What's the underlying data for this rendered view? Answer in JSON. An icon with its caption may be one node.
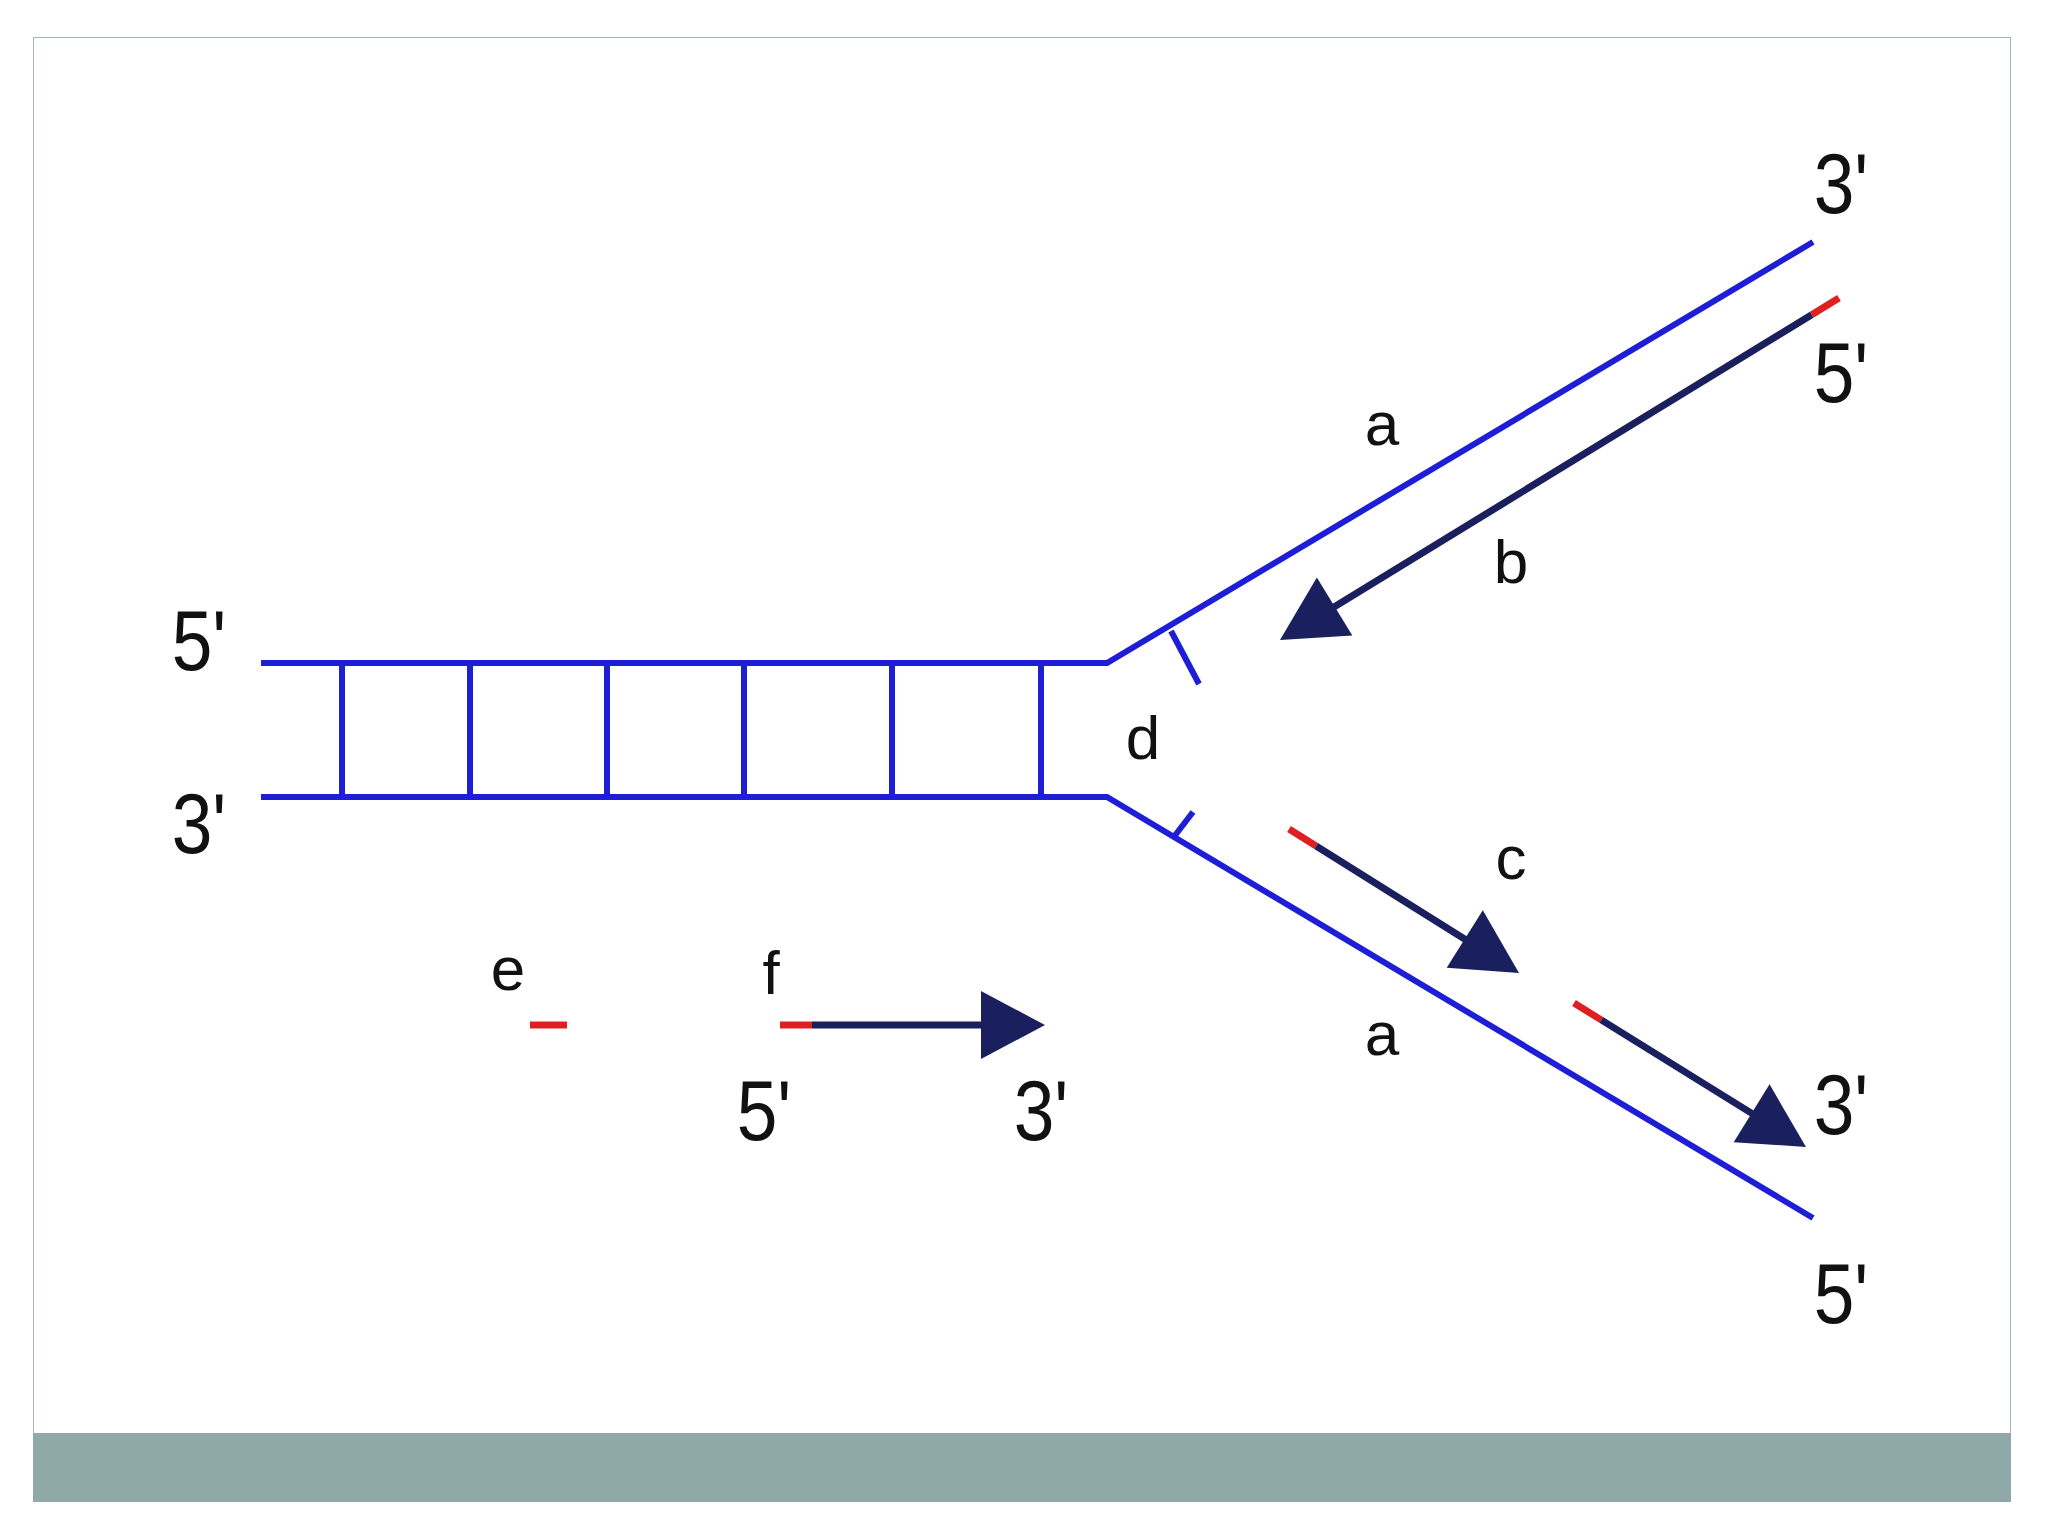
{
  "diagram": {
    "labels": [
      "3'",
      "5'",
      "a",
      "b",
      "5'",
      "3'",
      "d",
      "c",
      "e",
      "f",
      "5'",
      "3'",
      "a",
      "3'",
      "5'"
    ]
  }
}
